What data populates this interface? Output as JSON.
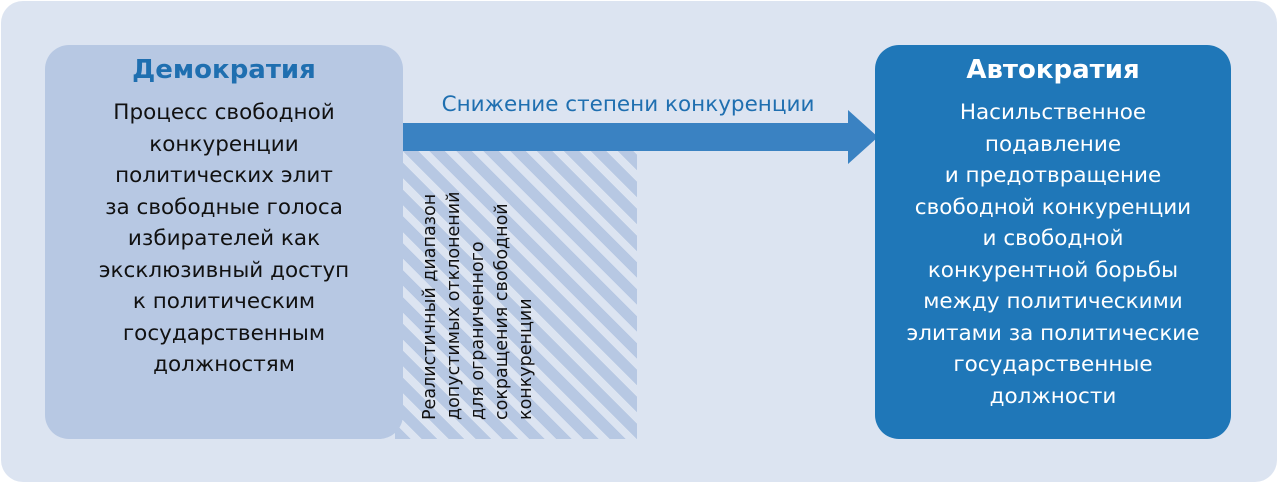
{
  "left_box": {
    "title": "Демократия",
    "lines": [
      "Процесс свободной",
      "конкуренции",
      "политических элит",
      "за свободные голоса",
      "избирателей как",
      "эксклюзивный доступ",
      "к политическим",
      "государственным",
      "должностям"
    ]
  },
  "right_box": {
    "title": "Автократия",
    "lines": [
      "Насильственное",
      "подавление",
      "и предотвращение",
      "свободной конкуренции",
      "и свободной",
      "конкурентной борьбы",
      "между политическими",
      "элитами за политические",
      "государственные",
      "должности"
    ]
  },
  "arrow": {
    "label": "Снижение степени конкуренции"
  },
  "hatched_area": {
    "lines": [
      "Реалистичный диапазон",
      "допустимых отклонений",
      "для ограниченного",
      "сокращения свободной",
      "конкуренции"
    ]
  },
  "colors": {
    "panel_bg": "#dce4f1",
    "light_box": "#b7c8e3",
    "dark_box": "#1f77b8",
    "accent": "#1f6fb0",
    "arrow": "#3a82c2"
  }
}
